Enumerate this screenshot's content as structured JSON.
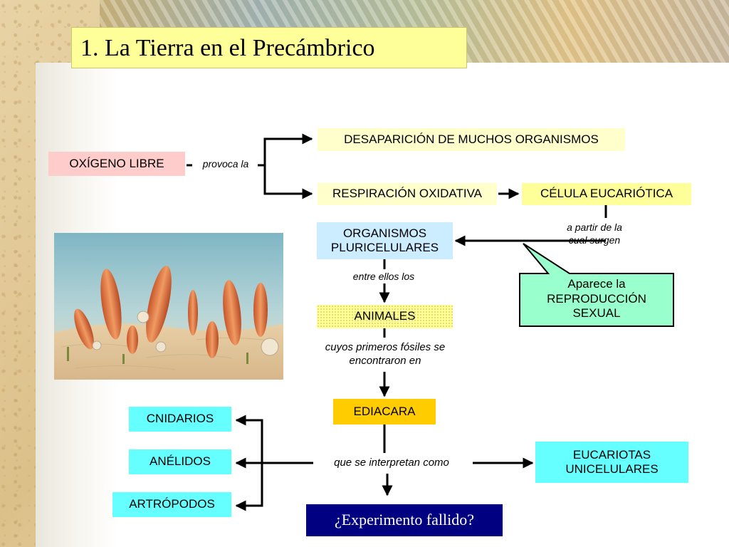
{
  "title": "1. La Tierra en el Precámbrico",
  "nodes": {
    "oxigeno": "OXÍGENO LIBRE",
    "desaparicion": "DESAPARICIÓN DE MUCHOS ORGANISMOS",
    "respiracion": "RESPIRACIÓN OXIDATIVA",
    "celula": "CÉLULA EUCARIÓTICA",
    "organismos_1": "ORGANISMOS",
    "organismos_2": "PLURICELULARES",
    "animales": "ANIMALES",
    "reproduccion_1": "Aparece la",
    "reproduccion_2": "REPRODUCCIÓN",
    "reproduccion_3": "SEXUAL",
    "ediacara": "EDIACARA",
    "cnidarios": "CNIDARIOS",
    "anelidos": "ANÉLIDOS",
    "artropodos": "ARTRÓPODOS",
    "eucariotas_1": "EUCARIOTAS",
    "eucariotas_2": "UNICELULARES",
    "experimento": "¿Experimento fallido?"
  },
  "labels": {
    "provoca": "provoca la",
    "a_partir_1": "a partir de la",
    "a_partir_2": "cual surgen",
    "entre_ellos": "entre ellos los",
    "cuyos_1": "cuyos primeros fósiles se",
    "cuyos_2": "encontraron en",
    "que_se": "que se interpretan como"
  },
  "colors": {
    "title_bg": "#ffff99",
    "pink": "#ffcccc",
    "yellow": "#ffffcc",
    "light_yellow": "#ffff99",
    "blue": "#ccecff",
    "green": "#99ffcc",
    "gold": "#ffcc00",
    "cyan": "#66ffff",
    "navy": "#000080"
  },
  "image": {
    "icon": "ediacaran-fauna-diorama-image"
  }
}
